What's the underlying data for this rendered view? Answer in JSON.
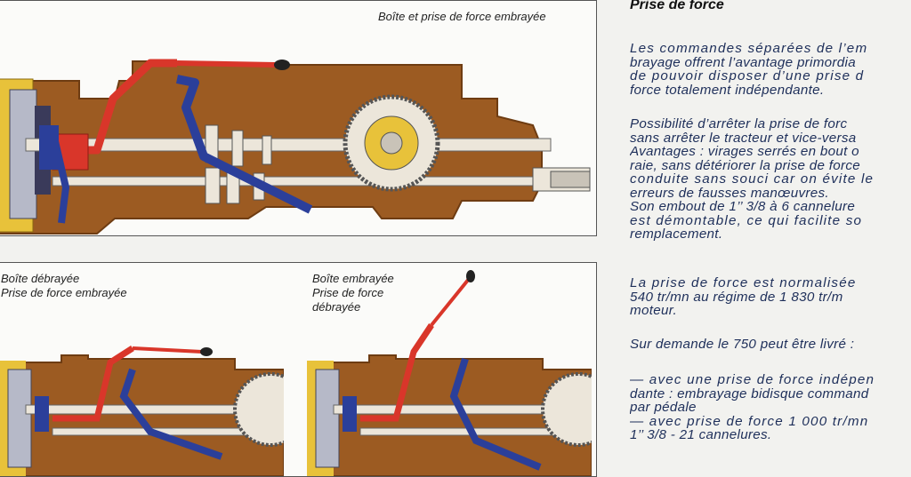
{
  "figures": {
    "top": {
      "caption": "Boîte et prise de force embrayée"
    },
    "bottom_left": {
      "caption_line1": "Boîte débrayée",
      "caption_line2": "Prise de force embrayée"
    },
    "bottom_right": {
      "caption_line1": "Boîte embrayée",
      "caption_line2": "Prise de force",
      "caption_line3": "débrayée"
    }
  },
  "column": {
    "title": "Prise de force",
    "p1": [
      "Les commandes séparées de l’em",
      "brayage offrent l’avantage primordia",
      "de pouvoir disposer d’une prise d",
      "force totalement indépendante."
    ],
    "p2": [
      "Possibilité d’arrêter la prise de forc",
      "sans arrêter le tracteur et vice-versa",
      "Avantages : virages serrés en bout o",
      "raie, sans détériorer la prise de force",
      "conduite sans souci car on évite le",
      "erreurs de fausses manœuvres.",
      "Son embout de 1’’ 3/8 à 6 cannelure",
      "est démontable, ce qui facilite so",
      "remplacement."
    ],
    "p3": [
      "La prise de force est normalisée",
      "540 tr/mn au régime de 1 830 tr/m",
      "moteur."
    ],
    "p4": [
      "Sur demande le 750 peut être livré :"
    ],
    "p5": [
      "— avec une prise de force indépen",
      "dante : embrayage bidisque command",
      "par pédale",
      "— avec prise de force 1 000 tr/mn",
      "1’’ 3/8 - 21 cannelures."
    ]
  },
  "colors": {
    "housing": "#9c5b22",
    "housing_dark": "#6e3c12",
    "red_lever": "#d9362a",
    "blue_lever": "#2b3f9a",
    "clutch_yellow": "#e8c23a",
    "shaft_light": "#ece6da",
    "text_blue": "#1e2f5a"
  }
}
